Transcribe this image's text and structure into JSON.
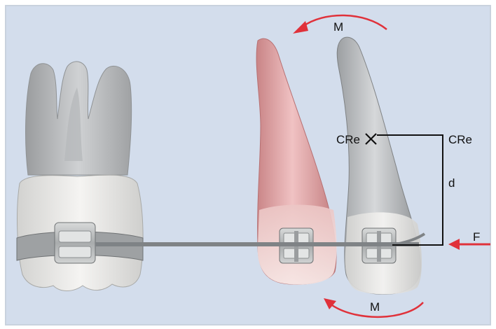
{
  "labels": {
    "moment_top": "M",
    "moment_bottom": "M",
    "cre_left": "CRe",
    "cre_right": "CRe",
    "distance": "d",
    "force": "F"
  },
  "colors": {
    "background": "#d3ddec",
    "frame": "#c9d2de",
    "arrow": "#e0313a",
    "tooth_gray": "#c4c6c8",
    "tooth_pink": "#e7b2b3",
    "crown": "#f1efec",
    "bracket": "#bdbfbf",
    "wire": "#7f8386",
    "line": "#111111"
  }
}
